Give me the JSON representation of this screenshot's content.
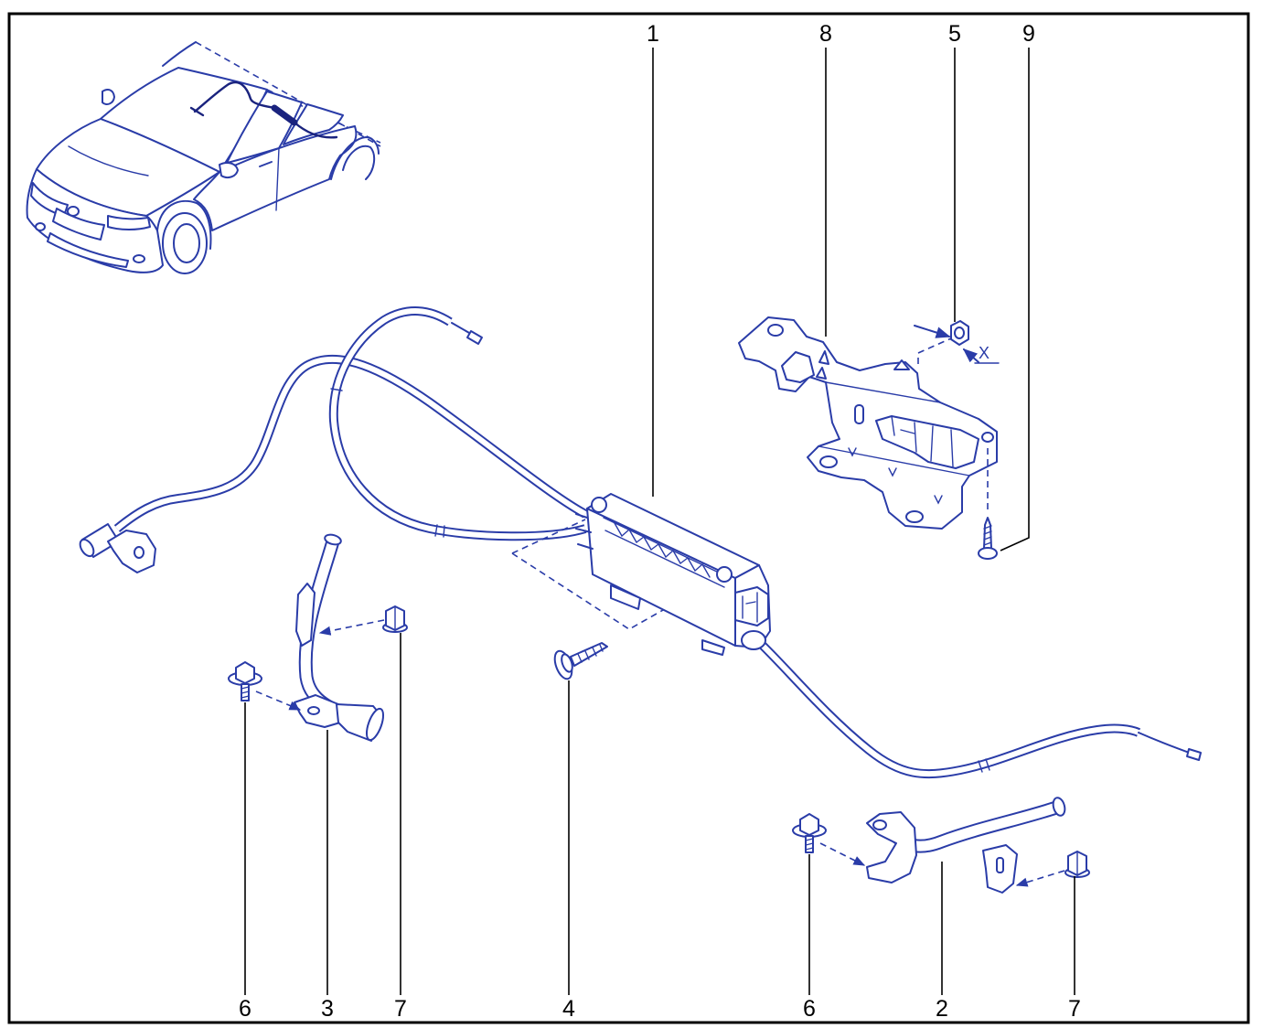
{
  "callouts": {
    "top": [
      {
        "label": "1"
      },
      {
        "label": "8"
      },
      {
        "label": "5"
      },
      {
        "label": "9"
      }
    ],
    "bottom": [
      {
        "label": "6"
      },
      {
        "label": "3"
      },
      {
        "label": "7"
      },
      {
        "label": "4"
      },
      {
        "label": "6"
      },
      {
        "label": "2"
      },
      {
        "label": "7"
      }
    ]
  },
  "dimension_label": "X",
  "colors": {
    "drawing": "#2a3ca8",
    "leader_lines": "#000000",
    "frame": "#000000",
    "background": "#ffffff"
  }
}
